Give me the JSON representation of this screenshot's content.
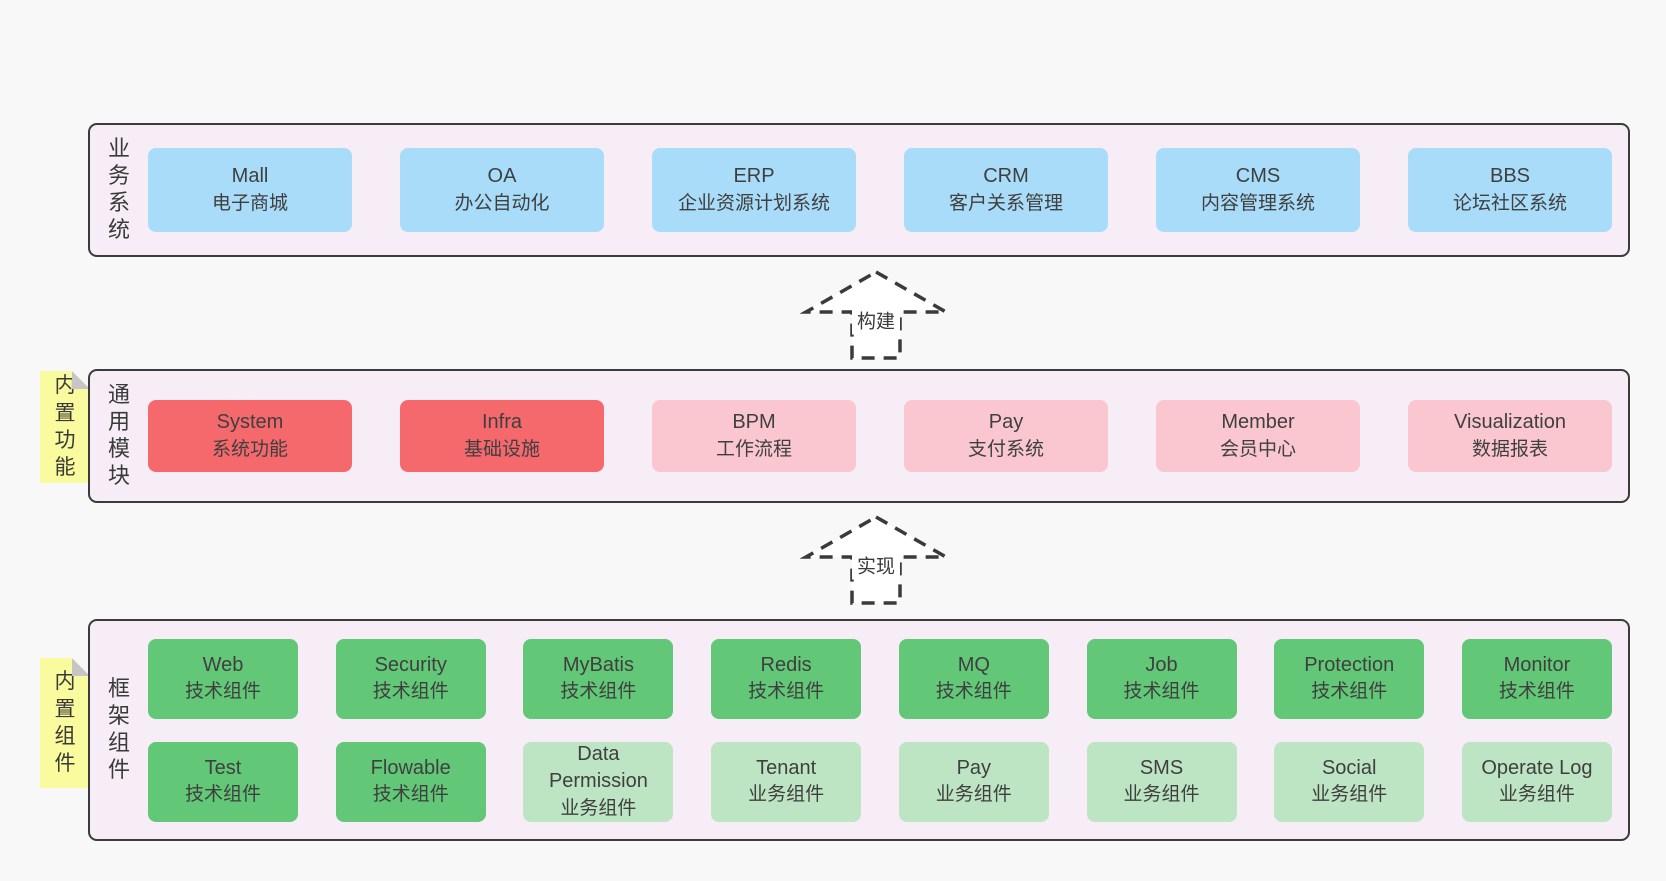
{
  "colors": {
    "background": "#f8f8f8",
    "panel_fill": "#f7edf6",
    "panel_border": "#3b3b3b",
    "box_blue": "#a9dcf9",
    "box_red": "#f5696d",
    "box_pink": "#fac7d0",
    "box_green": "#62c878",
    "box_light_green": "#bde5c3",
    "sticky_yellow": "#fafa9e",
    "text": "#3f3f3f"
  },
  "stickies": [
    {
      "text": "内置功能"
    },
    {
      "text": "内置组件"
    }
  ],
  "arrows": [
    {
      "label": "构建"
    },
    {
      "label": "实现"
    }
  ],
  "sections": [
    {
      "label": "业务系统",
      "boxes": [
        {
          "en": "Mall",
          "zh": "电子商城",
          "variant": "blue"
        },
        {
          "en": "OA",
          "zh": "办公自动化",
          "variant": "blue"
        },
        {
          "en": "ERP",
          "zh": "企业资源计划系统",
          "variant": "blue"
        },
        {
          "en": "CRM",
          "zh": "客户关系管理",
          "variant": "blue"
        },
        {
          "en": "CMS",
          "zh": "内容管理系统",
          "variant": "blue"
        },
        {
          "en": "BBS",
          "zh": "论坛社区系统",
          "variant": "blue"
        }
      ]
    },
    {
      "label": "通用模块",
      "boxes": [
        {
          "en": "System",
          "zh": "系统功能",
          "variant": "red"
        },
        {
          "en": "Infra",
          "zh": "基础设施",
          "variant": "red"
        },
        {
          "en": "BPM",
          "zh": "工作流程",
          "variant": "pink"
        },
        {
          "en": "Pay",
          "zh": "支付系统",
          "variant": "pink"
        },
        {
          "en": "Member",
          "zh": "会员中心",
          "variant": "pink"
        },
        {
          "en": "Visualization",
          "zh": "数据报表",
          "variant": "pink"
        }
      ]
    },
    {
      "label": "框架组件",
      "rows": [
        [
          {
            "en": "Web",
            "zh": "技术组件",
            "variant": "green"
          },
          {
            "en": "Security",
            "zh": "技术组件",
            "variant": "green"
          },
          {
            "en": "MyBatis",
            "zh": "技术组件",
            "variant": "green"
          },
          {
            "en": "Redis",
            "zh": "技术组件",
            "variant": "green"
          },
          {
            "en": "MQ",
            "zh": "技术组件",
            "variant": "green"
          },
          {
            "en": "Job",
            "zh": "技术组件",
            "variant": "green"
          },
          {
            "en": "Protection",
            "zh": "技术组件",
            "variant": "green"
          },
          {
            "en": "Monitor",
            "zh": "技术组件",
            "variant": "green"
          }
        ],
        [
          {
            "en": "Test",
            "zh": "技术组件",
            "variant": "green"
          },
          {
            "en": "Flowable",
            "zh": "技术组件",
            "variant": "green"
          },
          {
            "en": "Data Permission",
            "zh": "业务组件",
            "variant": "lightgreen"
          },
          {
            "en": "Tenant",
            "zh": "业务组件",
            "variant": "lightgreen"
          },
          {
            "en": "Pay",
            "zh": "业务组件",
            "variant": "lightgreen"
          },
          {
            "en": "SMS",
            "zh": "业务组件",
            "variant": "lightgreen"
          },
          {
            "en": "Social",
            "zh": "业务组件",
            "variant": "lightgreen"
          },
          {
            "en": "Operate Log",
            "zh": "业务组件",
            "variant": "lightgreen"
          }
        ]
      ]
    }
  ]
}
